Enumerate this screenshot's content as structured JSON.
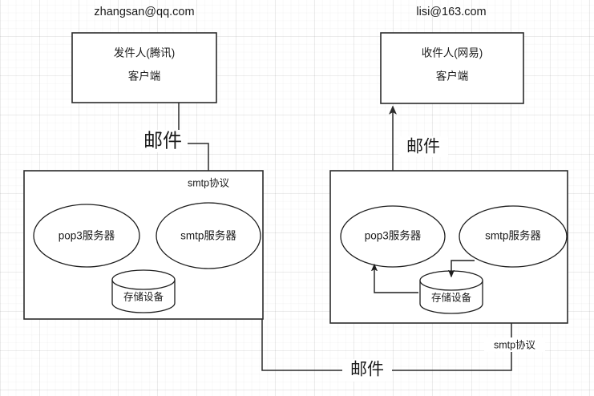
{
  "diagram": {
    "title": "email-delivery-flow",
    "background": "#ffffff",
    "grid_color": "#e9e9e9",
    "stroke_color": "#2b2b2b",
    "text_color": "#1a1a1a"
  },
  "sender": {
    "email": "zhangsan@qq.com",
    "client_line1": "发件人(腾讯)",
    "client_line2": "客户端"
  },
  "receiver": {
    "email": "lisi@163.com",
    "client_line1": "收件人(网易)",
    "client_line2": "客户端"
  },
  "left_server": {
    "pop3": "pop3服务器",
    "smtp": "smtp服务器",
    "storage": "存储设备"
  },
  "right_server": {
    "pop3": "pop3服务器",
    "smtp": "smtp服务器",
    "storage": "存储设备"
  },
  "labels": {
    "mail_sender_to_smtp": "邮件",
    "smtp_protocol_top": "smtp协议",
    "mail_pop3_to_receiver": "邮件",
    "mail_bottom": "邮件",
    "smtp_protocol_bottom": "smtp协议"
  }
}
